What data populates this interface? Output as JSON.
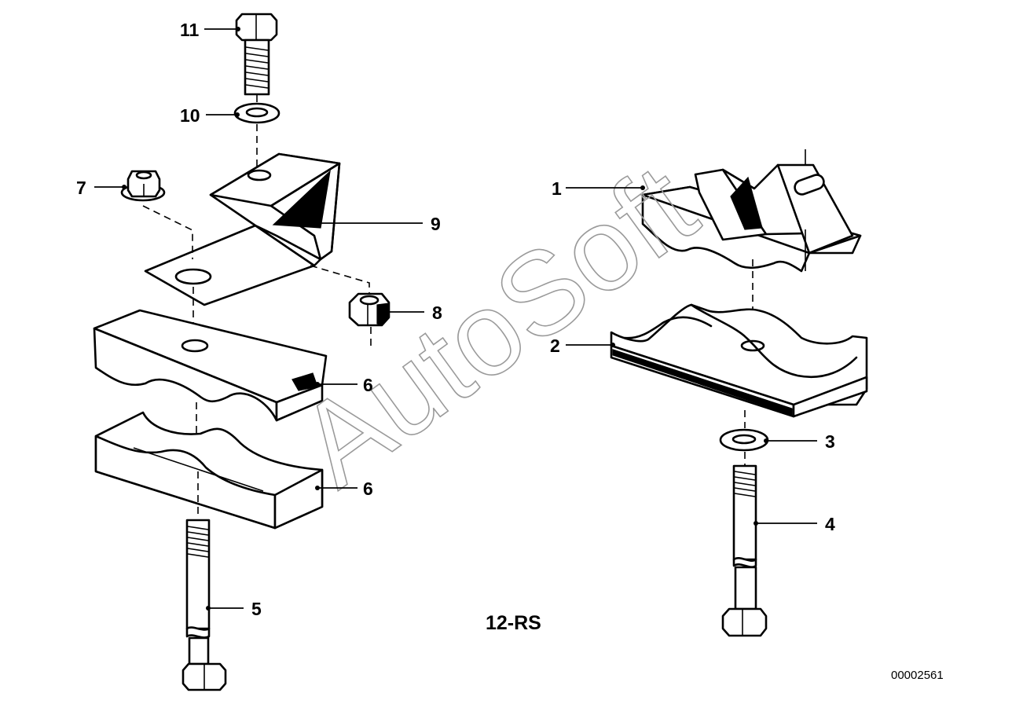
{
  "diagram": {
    "label": "12-RS",
    "document_number": "00002561",
    "watermark": "AutoSoft"
  },
  "callouts": [
    {
      "id": "1",
      "text": "1"
    },
    {
      "id": "2",
      "text": "2"
    },
    {
      "id": "3",
      "text": "3"
    },
    {
      "id": "4",
      "text": "4"
    },
    {
      "id": "5",
      "text": "5"
    },
    {
      "id": "6a",
      "text": "6"
    },
    {
      "id": "6b",
      "text": "6"
    },
    {
      "id": "7",
      "text": "7"
    },
    {
      "id": "8",
      "text": "8"
    },
    {
      "id": "9",
      "text": "9"
    },
    {
      "id": "10",
      "text": "10"
    },
    {
      "id": "11",
      "text": "11"
    }
  ]
}
